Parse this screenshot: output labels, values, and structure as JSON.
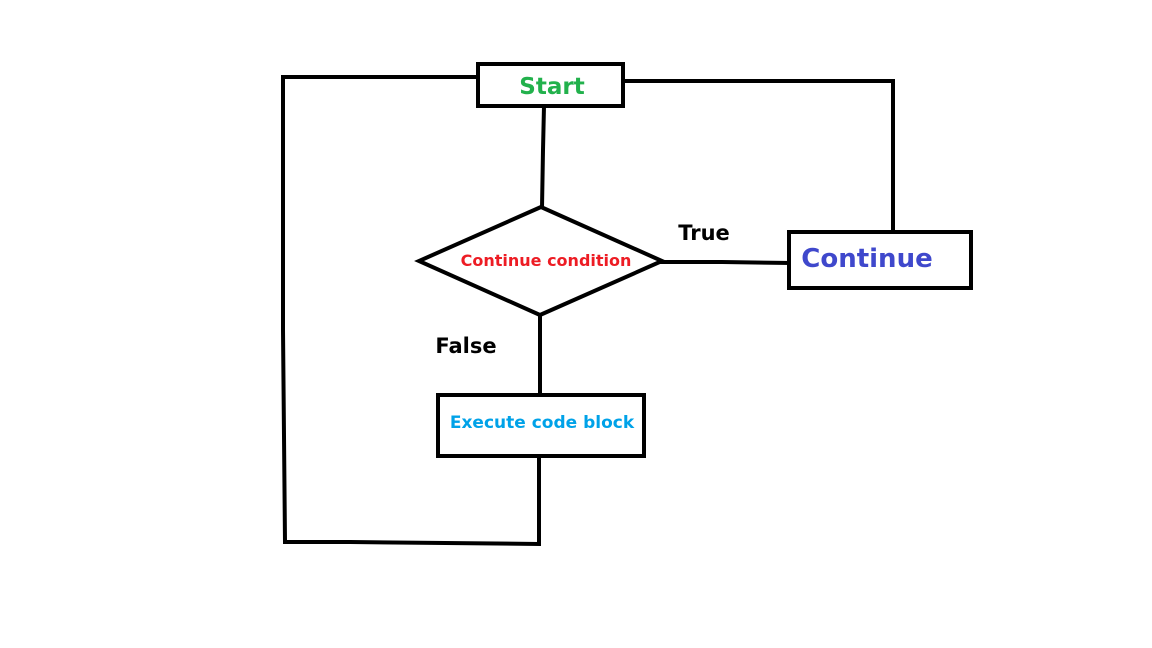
{
  "nodes": {
    "start": {
      "label": "Start",
      "color": "#22b14c"
    },
    "condition": {
      "label": "Continue condition",
      "color": "#ed1c24"
    },
    "continue": {
      "label": "Continue",
      "color": "#3f48cc"
    },
    "execute": {
      "label": "Execute code block",
      "color": "#00a2e8"
    }
  },
  "edges": {
    "true_label": "True",
    "false_label": "False"
  }
}
